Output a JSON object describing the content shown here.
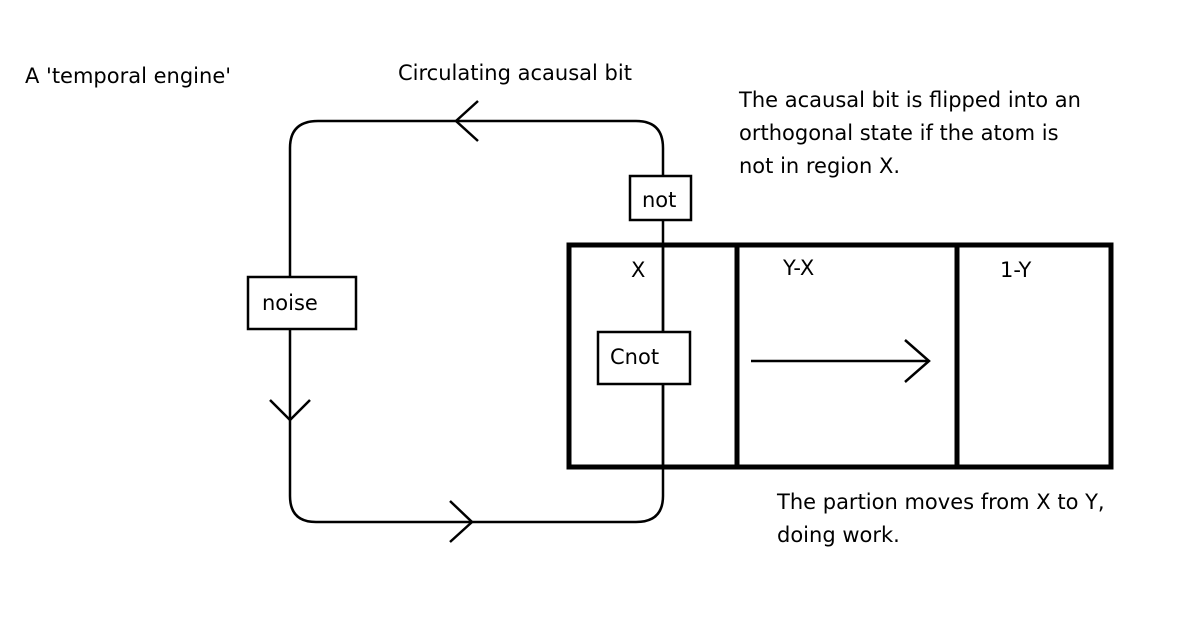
{
  "title": "A 'temporal engine'",
  "loop_label": "Circulating acausal bit",
  "note_top": [
    "The acausal bit is flipped into an",
    "orthogonal state if the atom is",
    "not in region X."
  ],
  "note_bottom": [
    "The partion moves from X to Y,",
    "doing work."
  ],
  "gates": {
    "not": "not",
    "noise": "noise",
    "cnot": "Cnot"
  },
  "regions": {
    "x": "X",
    "y_minus_x": "Y-X",
    "one_minus_y": "1-Y"
  },
  "colors": {
    "ink": "#000000",
    "background": "#ffffff"
  }
}
